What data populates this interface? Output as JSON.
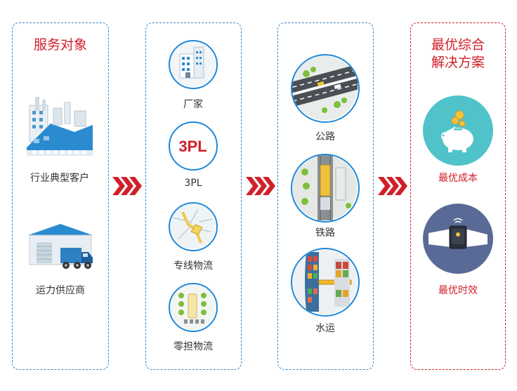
{
  "panels": {
    "served": {
      "title": "服务对象",
      "items": [
        {
          "label": "行业典型客户",
          "icon": "factory-icon"
        },
        {
          "label": "运力供应商",
          "icon": "warehouse-truck-icon"
        }
      ]
    },
    "providers": {
      "items": [
        {
          "label": "厂家",
          "icon": "building-icon"
        },
        {
          "label": "3PL",
          "icon": "3pl-logo-icon",
          "logo_text": "3PL"
        },
        {
          "label": "专线物流",
          "icon": "map-route-icon"
        },
        {
          "label": "零担物流",
          "icon": "parking-lot-icon"
        }
      ]
    },
    "transport": {
      "items": [
        {
          "label": "公路",
          "icon": "highway-icon"
        },
        {
          "label": "铁路",
          "icon": "railway-icon"
        },
        {
          "label": "水运",
          "icon": "ship-icon"
        }
      ]
    },
    "solution": {
      "title_line1": "最优综合",
      "title_line2": "解决方案",
      "items": [
        {
          "label": "最优成本",
          "icon": "piggy-bank-icon"
        },
        {
          "label": "最优时效",
          "icon": "wristwatch-icon"
        }
      ]
    }
  },
  "colors": {
    "accent_red": "#d0202a",
    "border_blue": "#3a86c8",
    "circle_blue": "#1e88d8",
    "teal": "#4fc3c9",
    "slate": "#5a6a96"
  }
}
